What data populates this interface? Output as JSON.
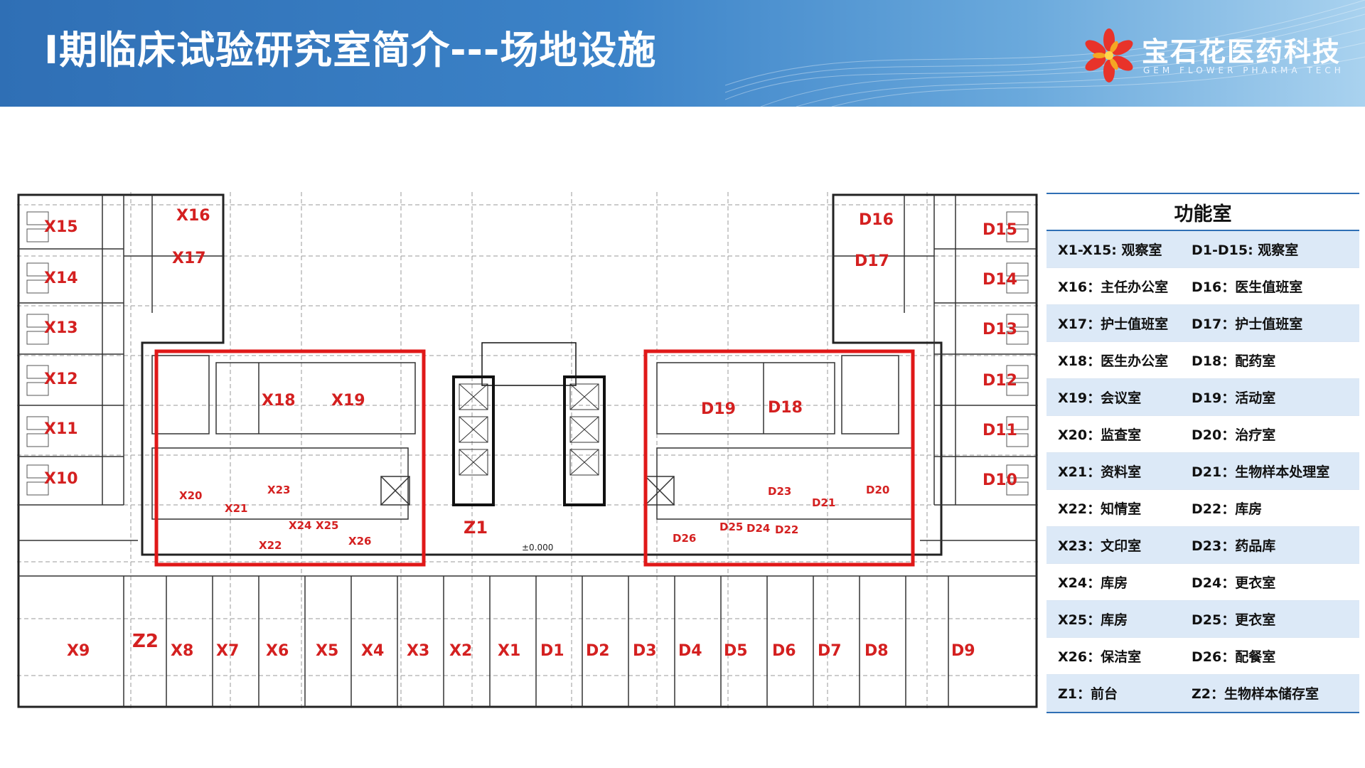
{
  "header": {
    "title": "Ⅰ期临床试验研究室简介---场地设施",
    "logo_text": "宝石花医药科技",
    "logo_subtext": "GEM FLOWER PHARMA TECH"
  },
  "colors": {
    "header_blue": "#2f6fb5",
    "label_red": "#d42020",
    "table_stripe": "#dce9f7"
  },
  "floorplan": {
    "labels": [
      "X15",
      "X16",
      "X17",
      "X14",
      "X13",
      "X12",
      "X11",
      "X10",
      "X18",
      "X19",
      "X20",
      "X21",
      "X23",
      "X24",
      "X25",
      "X26",
      "X22",
      "Z1",
      "Z2",
      "X9",
      "X8",
      "X7",
      "X6",
      "X5",
      "X4",
      "X3",
      "X2",
      "X1",
      "D1",
      "D2",
      "D3",
      "D4",
      "D5",
      "D6",
      "D7",
      "D8",
      "D9",
      "D16",
      "D17",
      "D15",
      "D14",
      "D13",
      "D12",
      "D11",
      "D10",
      "D19",
      "D18",
      "D23",
      "D21",
      "D20",
      "D25",
      "D24",
      "D22",
      "D26"
    ],
    "elevation": "±0.000"
  },
  "table": {
    "title": "功能室",
    "rows": [
      [
        "X1-X15: 观察室",
        "D1-D15: 观察室"
      ],
      [
        "X16：主任办公室",
        "D16：医生值班室"
      ],
      [
        "X17：护士值班室",
        "D17：护士值班室"
      ],
      [
        "X18：医生办公室",
        "D18：配药室"
      ],
      [
        "X19：会议室",
        "D19：活动室"
      ],
      [
        "X20：监查室",
        "D20：治疗室"
      ],
      [
        "X21：资料室",
        "D21：生物样本处理室"
      ],
      [
        "X22：知情室",
        "D22：库房"
      ],
      [
        "X23：文印室",
        "D23：药品库"
      ],
      [
        "X24：库房",
        "D24：更衣室"
      ],
      [
        "X25：库房",
        "D25：更衣室"
      ],
      [
        "X26：保洁室",
        "D26：配餐室"
      ],
      [
        "Z1：前台",
        "Z2：生物样本储存室"
      ]
    ]
  }
}
